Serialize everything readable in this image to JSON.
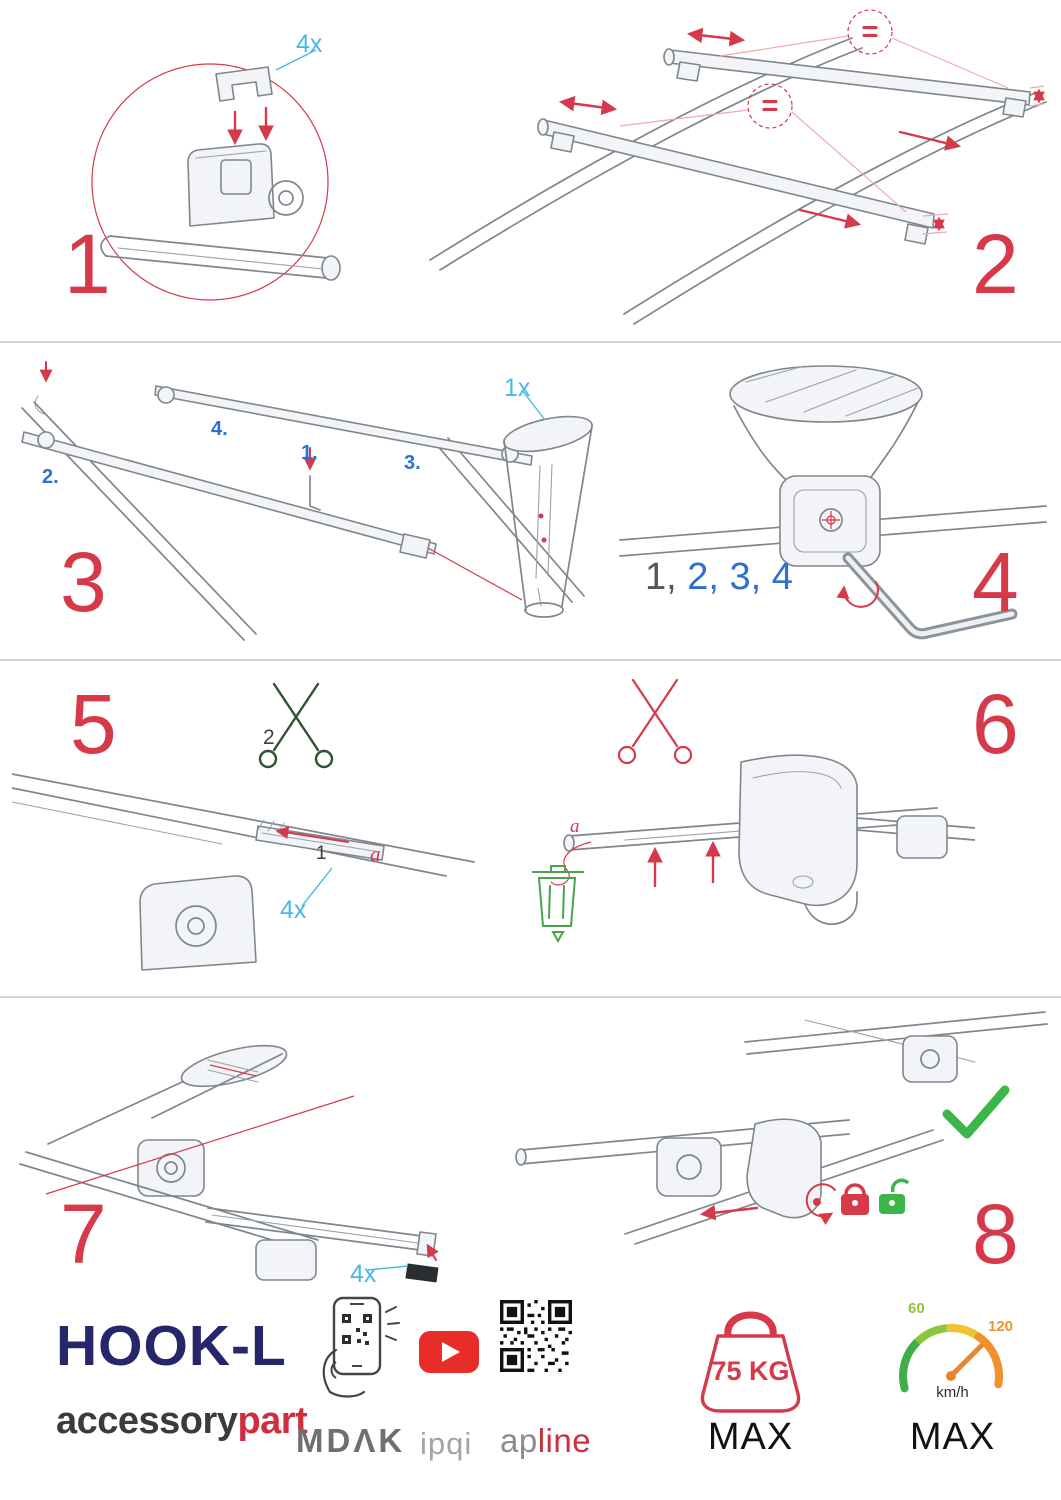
{
  "document": {
    "type": "assembly-instructions",
    "product": "HOOK-L"
  },
  "colors": {
    "step_number_red": "#d6394a",
    "label_cyan": "#49b8e8",
    "label_blue": "#2e6fd0",
    "check_green": "#3cb54a",
    "brand_navy": "#26266b",
    "brand_red": "#cf2e3f",
    "speed_orange": "#f0912c",
    "speed_green": "#8bc63f"
  },
  "steps": {
    "s1": {
      "number": "1",
      "qty": "4x"
    },
    "s2": {
      "number": "2",
      "eq1": "=",
      "eq2": "="
    },
    "s3": {
      "number": "3",
      "qty": "1x",
      "l1": "1.",
      "l2": "2.",
      "l3": "3.",
      "l4": "4."
    },
    "s4": {
      "number": "4",
      "seq_gray": "1,",
      "seq_blue": " 2, 3, 4"
    },
    "s5": {
      "number": "5",
      "cut_label": "2",
      "insert_label": "1",
      "part_label": "a",
      "qty": "4x"
    },
    "s6": {
      "number": "6",
      "part_label": "a"
    },
    "s7": {
      "number": "7",
      "qty": "4x"
    },
    "s8": {
      "number": "8"
    }
  },
  "icons": {
    "scissors_green": "✂",
    "scissors_red": "✂",
    "trash_recycle": "🗑",
    "checkmark": "✓",
    "lock_closed": "🔒",
    "lock_open": "🔓",
    "youtube_play": "▶",
    "qr_code": "▦",
    "phone_scan": "📱",
    "weight_kettlebell": "75kg-weight",
    "speedometer": "km/h-gauge"
  },
  "footer": {
    "product_name": "HOOK-L",
    "brand_prefix": "accessory",
    "brand_suffix": "part",
    "logo_mdak": "MDΛK",
    "logo_ipqi": "ipqi",
    "logo_ap": "ap",
    "logo_line": "line",
    "weight_value": "75 KG",
    "weight_max_label": "MAX",
    "speed_min": "60",
    "speed_max_value": "120",
    "speed_unit": "km/h",
    "speed_max_label": "MAX"
  }
}
